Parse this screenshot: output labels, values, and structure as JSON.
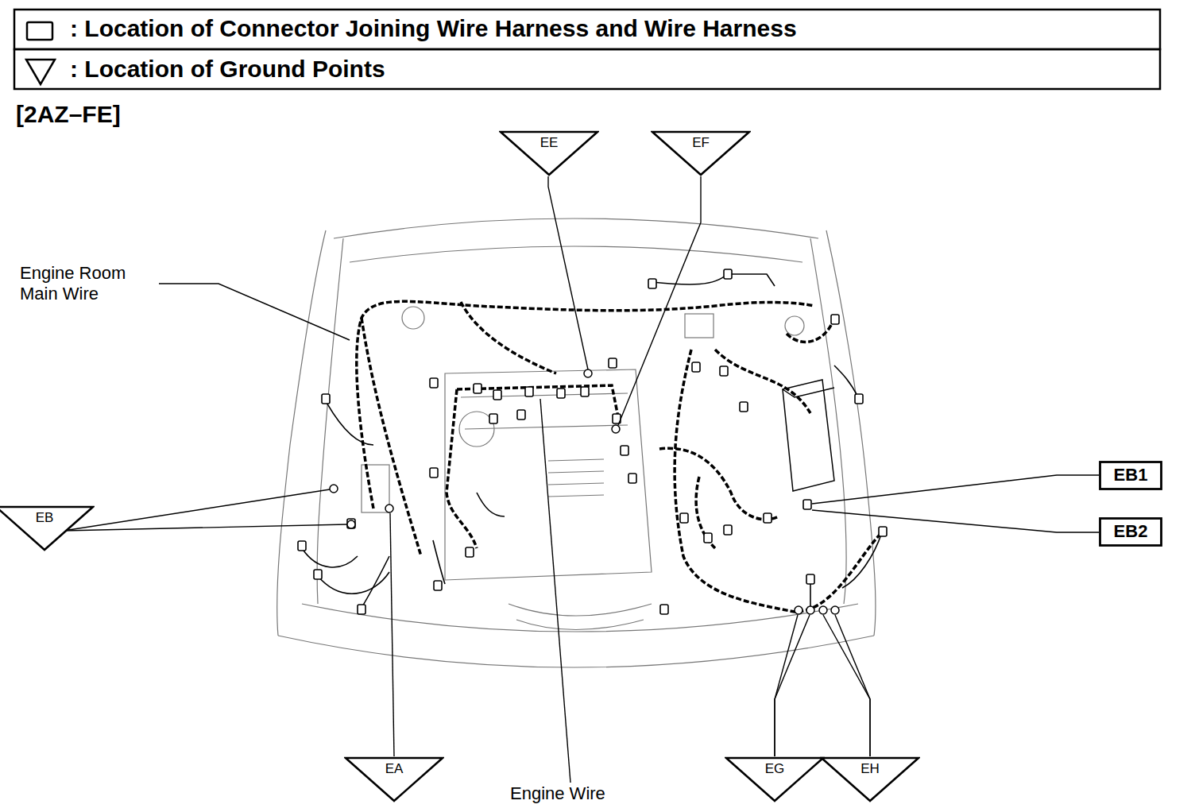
{
  "diagram": {
    "title": "[2AZ–FE]",
    "nodes": [
      {
        "text": [
          "EE"
        ]
      },
      {
        "text": [
          "EF"
        ]
      },
      {
        "text": [
          "EB1"
        ]
      },
      {
        "text": [
          "EB"
        ]
      },
      {
        "text": [
          "EB2"
        ]
      },
      {
        "text": [
          "EA"
        ]
      },
      {
        "text": [
          "EG"
        ]
      },
      {
        "text": [
          "EH"
        ]
      }
    ],
    "labels": [
      "Engine Room Main Wire",
      "Engine Wire"
    ],
    "legend": [
      {
        "text": ": Location of Connector Joining Wire Harness and Wire Harness"
      },
      {
        "text": ": Location of Ground Points"
      }
    ]
  }
}
